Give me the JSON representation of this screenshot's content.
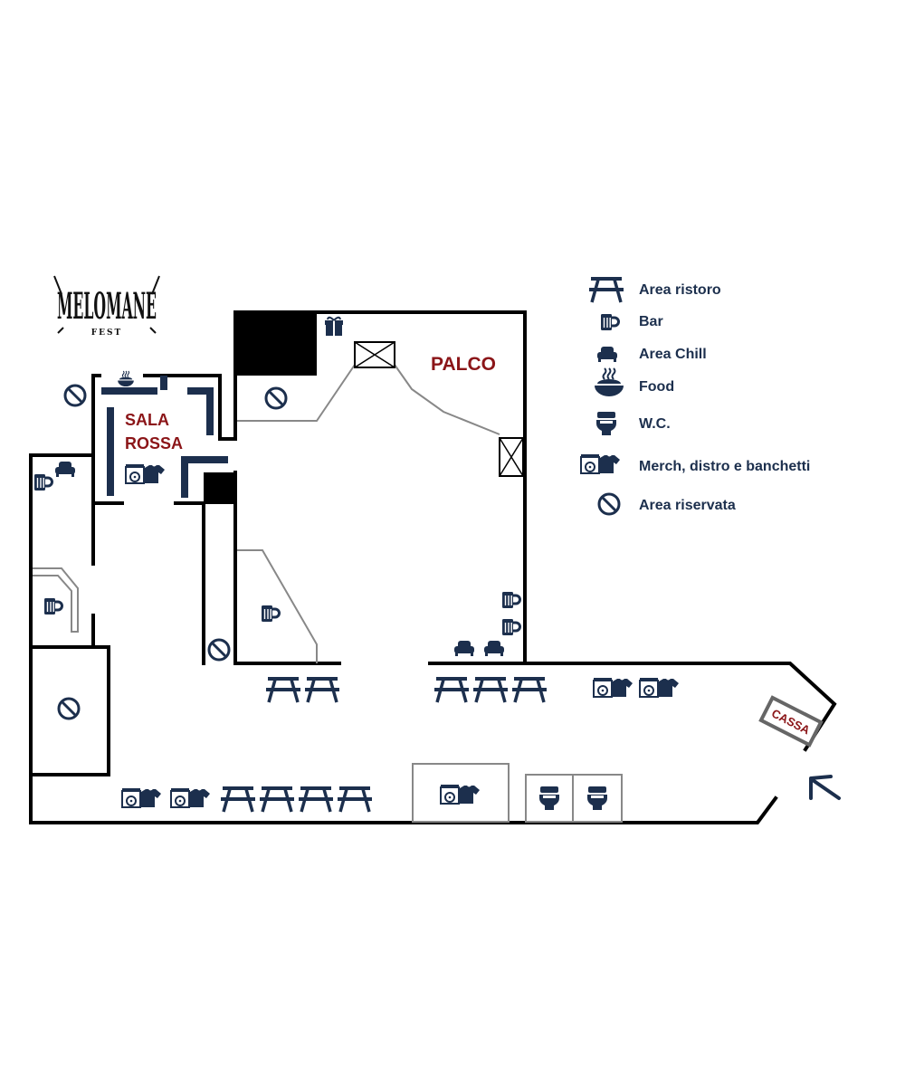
{
  "logo": {
    "text": "MELOMANE",
    "subtitle": "FEST"
  },
  "rooms": {
    "stage": "PALCO",
    "sala_rossa_line1": "SALA",
    "sala_rossa_line2": "ROSSA",
    "cassa": "CASSA"
  },
  "legend": [
    {
      "icon": "picnic-table-icon",
      "label": "Area ristoro"
    },
    {
      "icon": "beer-mug-icon",
      "label": "Bar"
    },
    {
      "icon": "sofa-icon",
      "label": "Area Chill"
    },
    {
      "icon": "food-bowl-icon",
      "label": "Food"
    },
    {
      "icon": "toilet-icon",
      "label": "W.C."
    },
    {
      "icon": "merch-icon",
      "label": "Merch, distro e banchetti"
    },
    {
      "icon": "no-entry-icon",
      "label": "Area riservata"
    }
  ],
  "colors": {
    "icon": "#1c2f4d",
    "room_label": "#8b1518",
    "walls": "#000000",
    "structure": "#888888"
  }
}
